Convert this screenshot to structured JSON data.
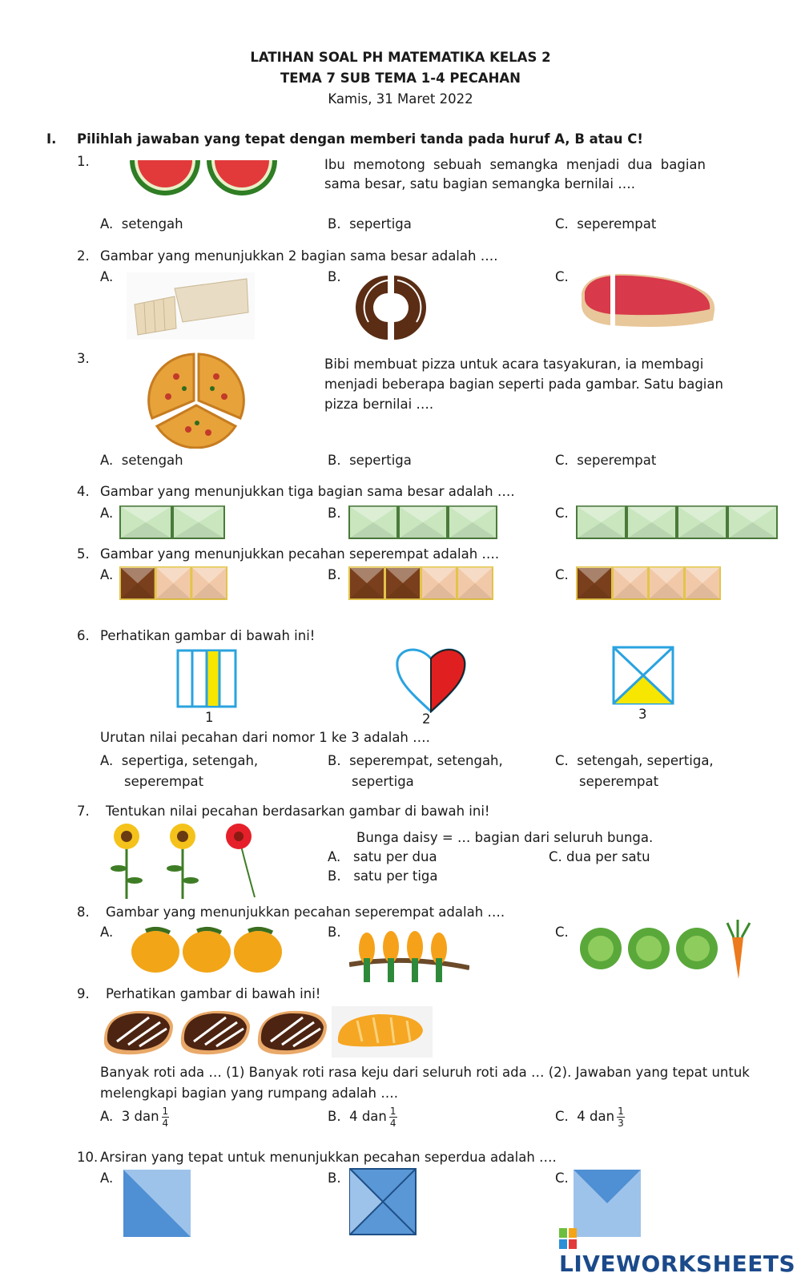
{
  "header": {
    "line1": "LATIHAN SOAL PH MATEMATIKA KELAS 2",
    "line2": "TEMA 7 SUB TEMA 1-4 PECAHAN",
    "date": "Kamis, 31 Maret 2022"
  },
  "section": {
    "number": "I.",
    "instruction": "Pilihlah jawaban yang tepat dengan memberi tanda pada huruf A, B atau C!"
  },
  "q1": {
    "num": "1.",
    "text": "Ibu memotong sebuah semangka menjadi dua bagian sama besar, satu bagian semangka bernilai ….",
    "a": "A.",
    "a_text": "setengah",
    "b": "B.",
    "b_text": "sepertiga",
    "c": "C.",
    "c_text": "seperempat"
  },
  "q2": {
    "num": "2.",
    "text": "Gambar yang menunjukkan 2 bagian sama besar adalah ….",
    "a": "A.",
    "b": "B.",
    "c": "C."
  },
  "q3": {
    "num": "3.",
    "text": "Bibi membuat pizza untuk acara tasyakuran, ia membagi menjadi beberapa bagian seperti pada gambar. Satu bagian pizza bernilai ….",
    "a": "A.",
    "a_text": "setengah",
    "b": "B.",
    "b_text": "sepertiga",
    "c": "C.",
    "c_text": "seperempat"
  },
  "q4": {
    "num": "4.",
    "text": "Gambar yang menunjukkan tiga bagian sama besar adalah ….",
    "a": "A.",
    "b": "B.",
    "c": "C."
  },
  "q5": {
    "num": "5.",
    "text": "Gambar yang menunjukkan pecahan seperempat adalah ….",
    "a": "A.",
    "b": "B.",
    "c": "C."
  },
  "q6": {
    "num": "6.",
    "text": "Perhatikan gambar di bawah ini!",
    "fig1": "1",
    "fig2": "2",
    "fig3": "3",
    "question": "Urutan nilai pecahan dari nomor 1 ke 3 adalah ….",
    "a": "A.",
    "a_l1": "sepertiga, setengah,",
    "a_l2": "seperempat",
    "b": "B.",
    "b_l1": "seperempat, setengah,",
    "b_l2": "sepertiga",
    "c": "C.",
    "c_l1": "setengah, sepertiga,",
    "c_l2": "seperempat"
  },
  "q7": {
    "num": "7.",
    "text": "Tentukan nilai pecahan berdasarkan gambar di bawah ini!",
    "question": "Bunga daisy = … bagian dari seluruh bunga.",
    "a": "A.",
    "a_text": "satu per dua",
    "b": "B.",
    "b_text": "satu per tiga",
    "c_text": "C. dua per satu"
  },
  "q8": {
    "num": "8.",
    "text": "Gambar yang menunjukkan pecahan seperempat adalah ….",
    "a": "A.",
    "b": "B.",
    "c": "C."
  },
  "q9": {
    "num": "9.",
    "text": "Perhatikan gambar di bawah ini!",
    "question": "Banyak roti ada … (1) Banyak roti rasa keju dari seluruh roti ada … (2). Jawaban yang tepat untuk melengkapi bagian yang rumpang adalah ….",
    "a": "A.",
    "a_text": "3 dan",
    "b": "B.",
    "b_text": "4 dan",
    "c": "C.",
    "c_text": "4 dan",
    "a_num": "1",
    "a_den": "4",
    "b_num": "1",
    "b_den": "4",
    "c_num": "1",
    "c_den": "3"
  },
  "q10": {
    "num": "10.",
    "text": "Arsiran yang tepat untuk menunjukkan pecahan seperdua adalah ….",
    "a": "A.",
    "b": "B.",
    "c": "C."
  },
  "watermark": "LIVEWORKSHEETS",
  "colors": {
    "green_box": "#c9e6bf",
    "brown": "#7a3f1c",
    "peach": "#f2c9a8",
    "blue": "#5a97d6",
    "yellow": "#f7e600",
    "red": "#e02020"
  }
}
